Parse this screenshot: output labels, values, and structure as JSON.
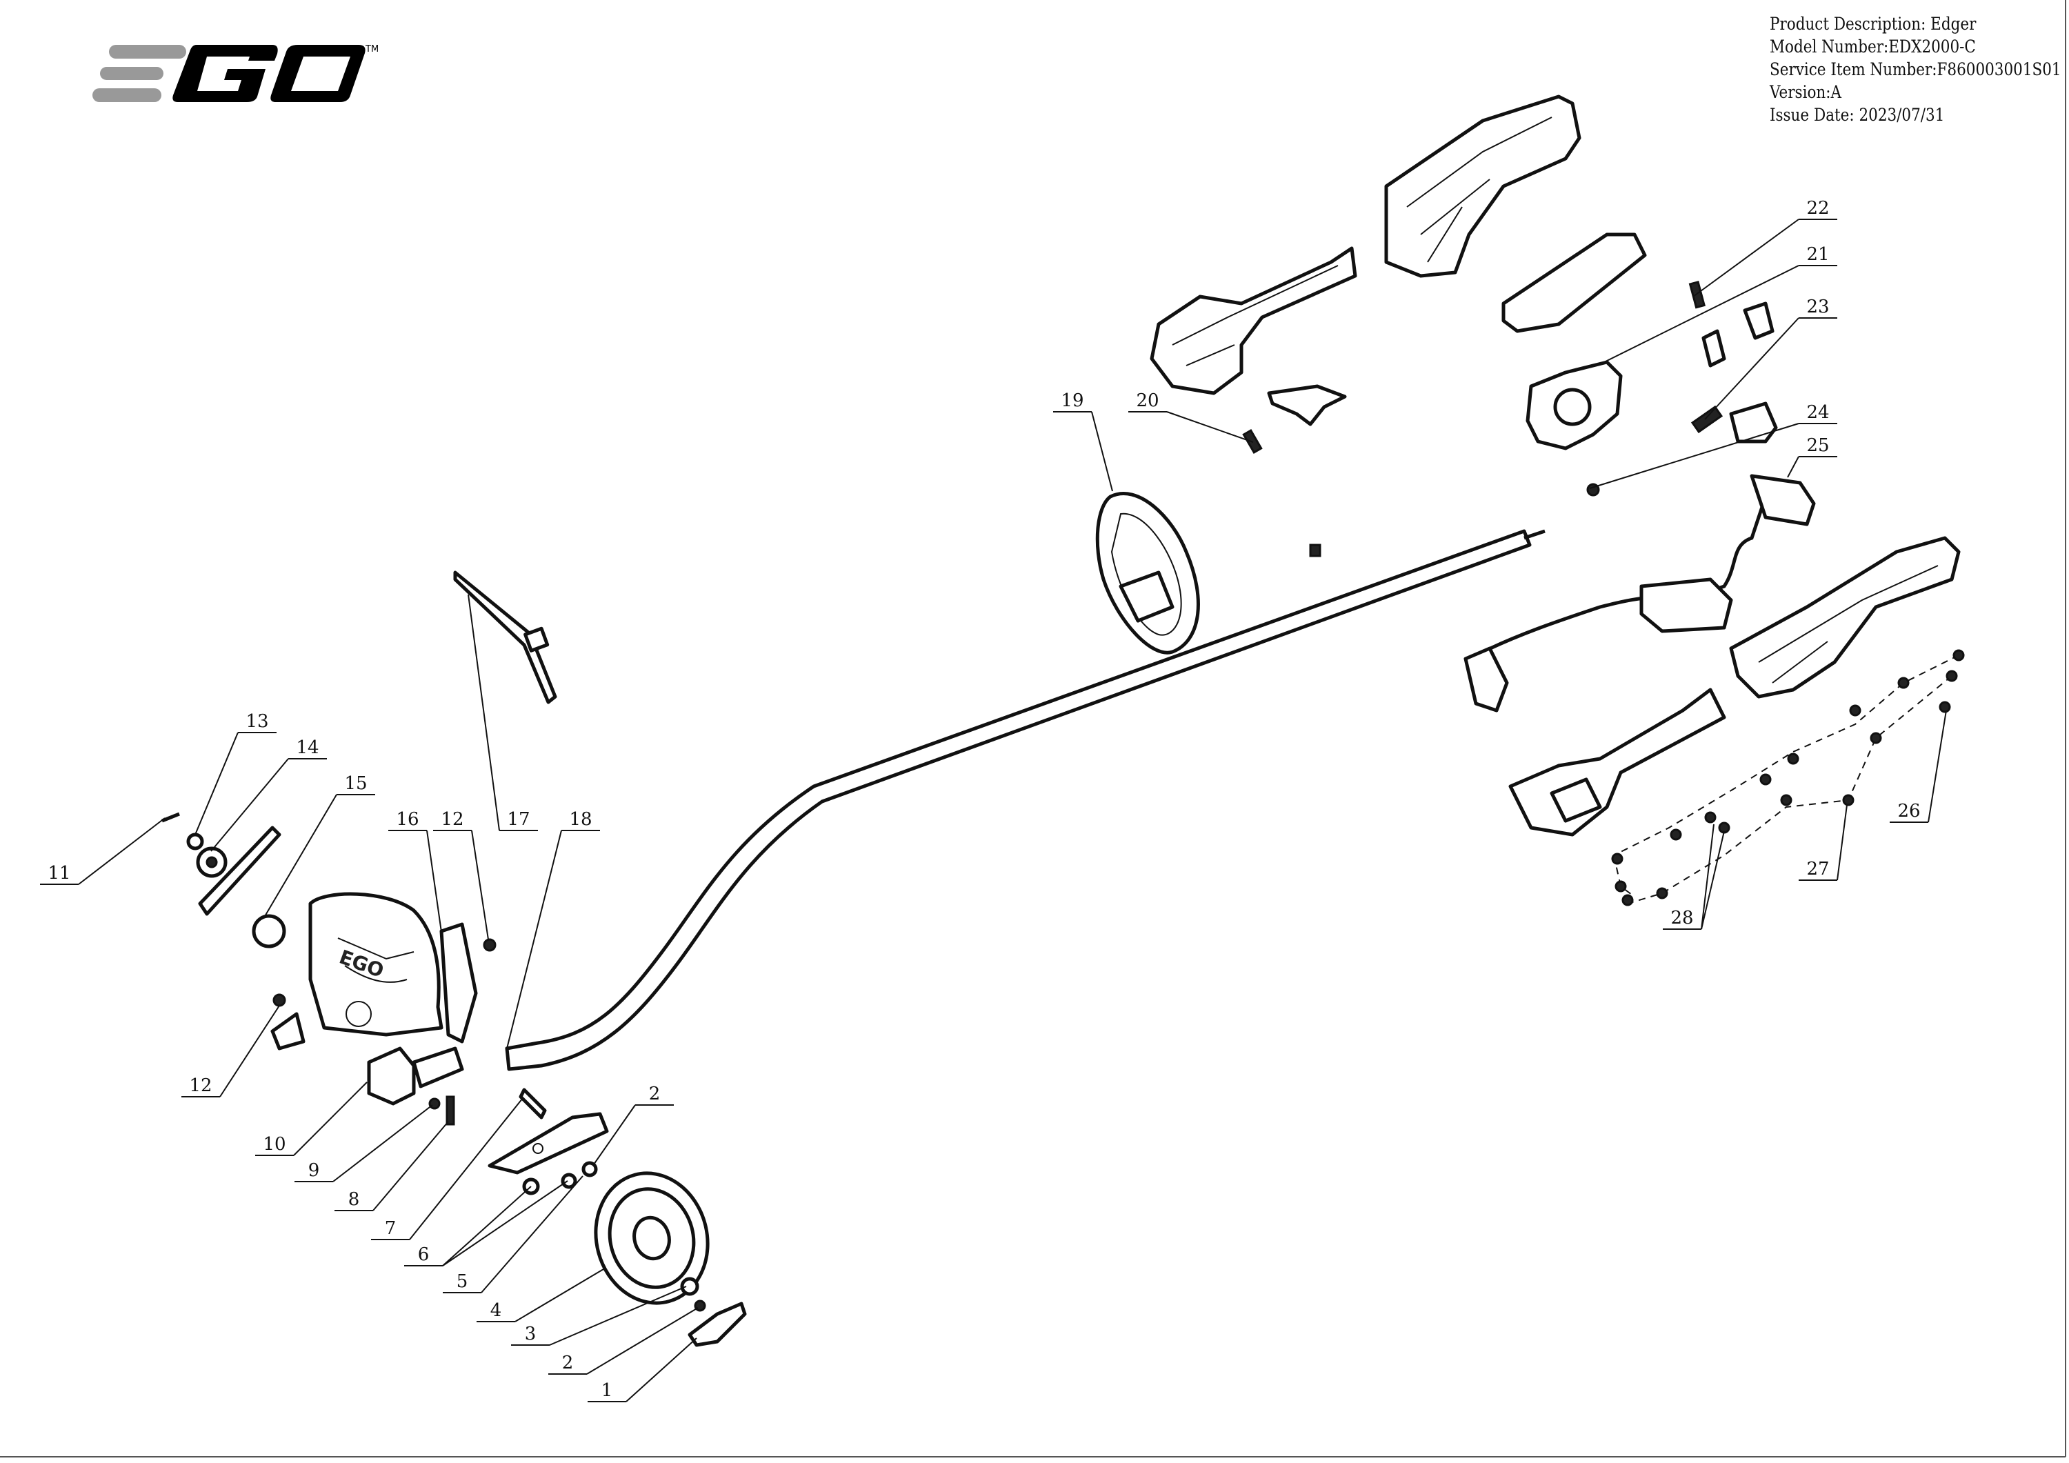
{
  "logo": {
    "text": "EGO",
    "trademark": "™"
  },
  "info": {
    "product_description": "Product Description: Edger",
    "model_number": "Model Number:EDX2000-C",
    "service_item_number": "Service Item Number:F860003001S01",
    "version": "Version:A",
    "issue_date": "Issue Date: 2023/07/31"
  },
  "callouts": [
    "22",
    "21",
    "23",
    "24",
    "25",
    "19",
    "20",
    "26",
    "27",
    "28",
    "13",
    "14",
    "15",
    "11",
    "16",
    "12",
    "17",
    "18",
    "12",
    "10",
    "9",
    "8",
    "7",
    "2",
    "6",
    "5",
    "4",
    "3",
    "2",
    "1"
  ]
}
